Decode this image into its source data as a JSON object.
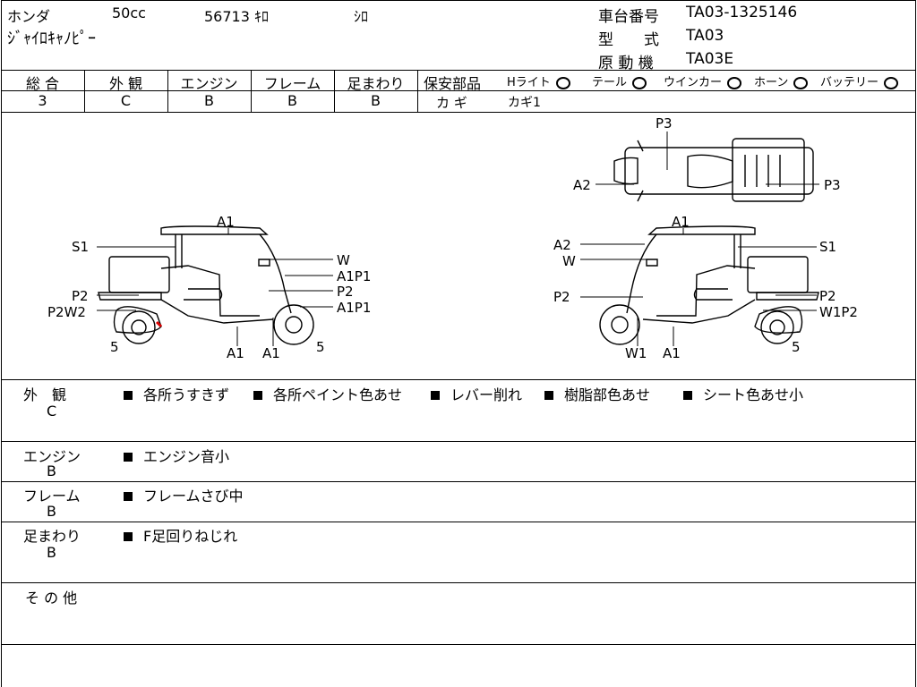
{
  "header": {
    "make": "ホンダ",
    "displacement": "50cc",
    "mileage": "56713 ｷﾛ",
    "color": "ｼﾛ",
    "model_name": "ｼﾞｬｲﾛｷｬﾉﾋﾟｰ",
    "chassis_label": "車台番号",
    "chassis_value": "TA03-1325146",
    "type_label": "型　　式",
    "type_value": "TA03",
    "engine_label": "原 動 機",
    "engine_value": "TA03E"
  },
  "grades": [
    {
      "label": "総 合",
      "value": "3"
    },
    {
      "label": "外 観",
      "value": "C"
    },
    {
      "label": "エンジン",
      "value": "B"
    },
    {
      "label": "フレーム",
      "value": "B"
    },
    {
      "label": "足まわり",
      "value": "B"
    }
  ],
  "safety": {
    "label": "保安部品",
    "items": [
      "Hライト",
      "テール",
      "ウインカー",
      "ホーン",
      "バッテリー"
    ],
    "key_label": "カ ギ",
    "key_value": "カギ1"
  },
  "diagram": {
    "left": [
      "A1",
      "S1",
      "W",
      "A1P1",
      "P2",
      "A1P1",
      "P2",
      "P2W2",
      "5",
      "A1",
      "A1",
      "5"
    ],
    "right": [
      "A1",
      "A2",
      "W",
      "S1",
      "P2",
      "P2",
      "W1P2",
      "5",
      "W1",
      "A1"
    ],
    "top": [
      "P3",
      "A2",
      "P3"
    ]
  },
  "sections": [
    {
      "label": "外　観",
      "grade": "C",
      "notes": [
        "各所うすきず",
        "各所ペイント色あせ",
        "レバー削れ",
        "樹脂部色あせ",
        "シート色あせ小"
      ]
    },
    {
      "label": "エンジン",
      "grade": "B",
      "notes": [
        "エンジン音小"
      ]
    },
    {
      "label": "フレーム",
      "grade": "B",
      "notes": [
        "フレームさび中"
      ]
    },
    {
      "label": "足まわり",
      "grade": "B",
      "notes": [
        "F足回りねじれ"
      ]
    },
    {
      "label": "そ の 他",
      "grade": "",
      "notes": []
    }
  ]
}
